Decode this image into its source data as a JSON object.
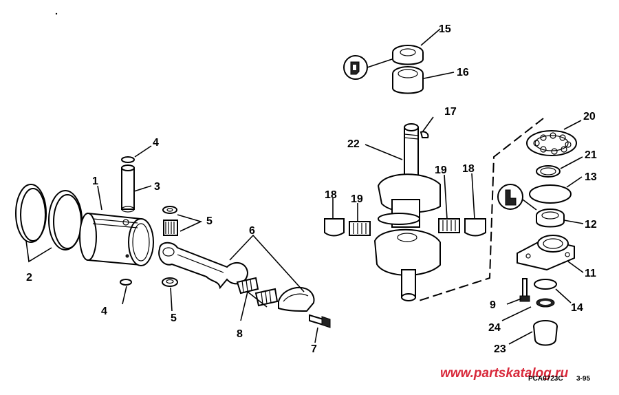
{
  "callouts": {
    "c1": "1",
    "c2": "2",
    "c3": "3",
    "c4a": "4",
    "c4b": "4",
    "c5a": "5",
    "c5b": "5",
    "c6": "6",
    "c7": "7",
    "c8": "8",
    "c9": "9",
    "c11": "11",
    "c12": "12",
    "c13": "13",
    "c14": "14",
    "c15": "15",
    "c16": "16",
    "c17": "17",
    "c18a": "18",
    "c18b": "18",
    "c19a": "19",
    "c19b": "19",
    "c20": "20",
    "c21": "21",
    "c22": "22",
    "c23": "23",
    "c24": "24"
  },
  "footer": {
    "watermark": "www.partskatalog.ru",
    "drawing_code": "PCA0723C",
    "date": "3-95"
  }
}
